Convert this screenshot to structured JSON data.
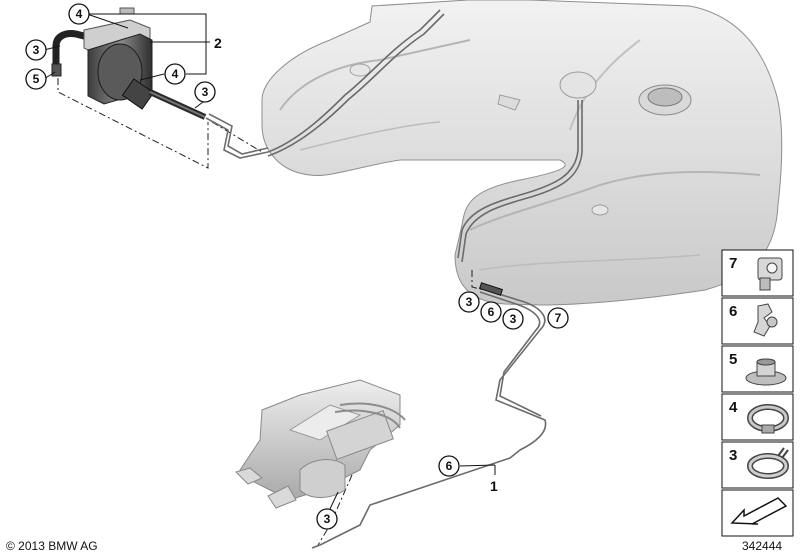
{
  "callouts": {
    "c4_top": "4",
    "c2": "2",
    "c3_left": "3",
    "c5_left": "5",
    "c4_mid": "4",
    "c3_valve": "3",
    "c3_clip_a": "3",
    "c6_clip": "6",
    "c3_clip_b": "3",
    "c7_clip": "7",
    "c6_line": "6",
    "c1": "1",
    "c3_bottom": "3"
  },
  "legend": {
    "items": [
      {
        "number": "7",
        "icon": "angle-clip-icon"
      },
      {
        "number": "6",
        "icon": "line-holder-icon"
      },
      {
        "number": "5",
        "icon": "grommet-icon"
      },
      {
        "number": "4",
        "icon": "hose-clamp-icon"
      },
      {
        "number": "3",
        "icon": "spring-band-clamp-icon"
      }
    ],
    "arrow_icon": "orientation-arrow-icon"
  },
  "footer": {
    "copyright": "© 2013 BMW AG",
    "diagram_id": "342444"
  }
}
